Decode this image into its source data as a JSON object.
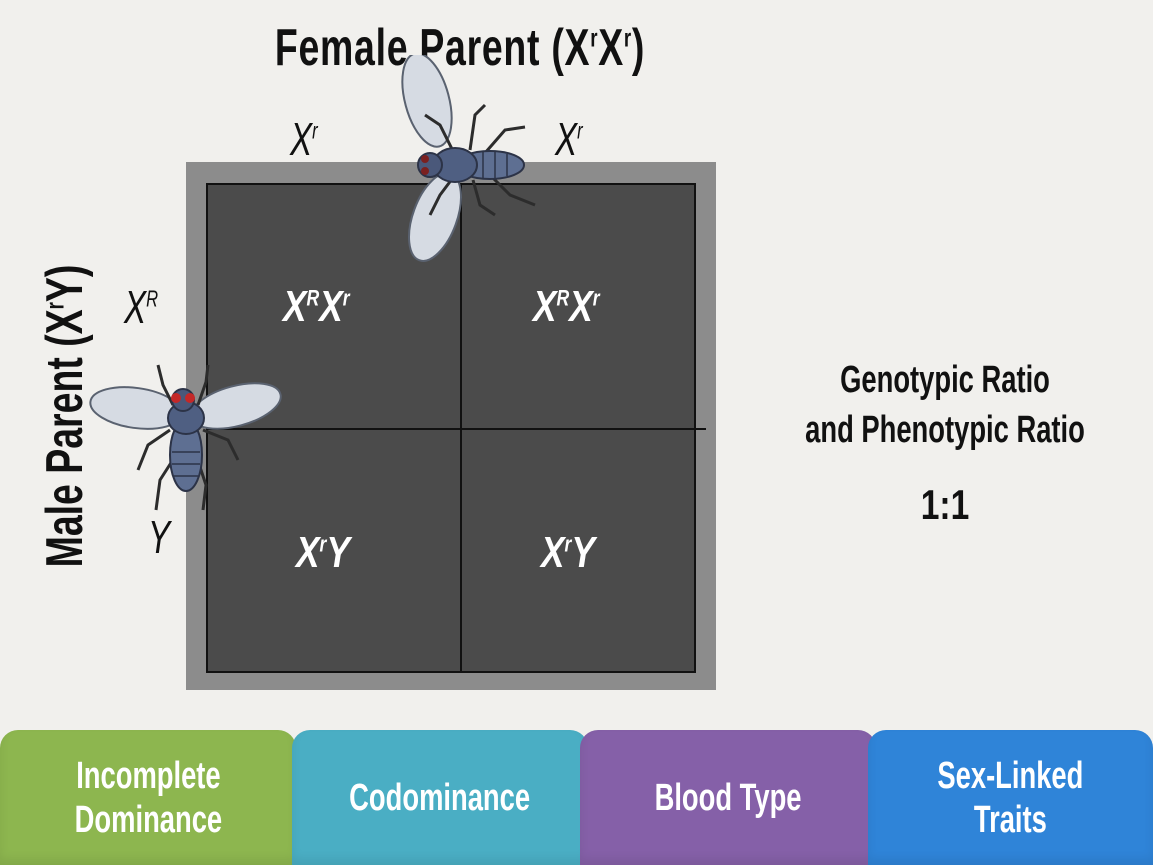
{
  "top_title": {
    "text": "Female Parent (X",
    "sup1": "r",
    "mid": "X",
    "sup2": "r",
    "close": ")"
  },
  "side_title": {
    "text": "Male Parent (X",
    "sup": "r",
    "tail": "Y)"
  },
  "female_alleles": [
    {
      "base": "X",
      "sup": "r"
    },
    {
      "base": "X",
      "sup": "r"
    }
  ],
  "male_alleles": [
    {
      "base": "X",
      "sup": "R"
    },
    {
      "base": "Y",
      "sup": ""
    }
  ],
  "cells": [
    {
      "a": "X",
      "a_sup": "R",
      "b": "X",
      "b_sup": "r"
    },
    {
      "a": "X",
      "a_sup": "R",
      "b": "X",
      "b_sup": "r"
    },
    {
      "a": "X",
      "a_sup": "r",
      "b": "Y",
      "b_sup": ""
    },
    {
      "a": "X",
      "a_sup": "r",
      "b": "Y",
      "b_sup": ""
    }
  ],
  "ratio": {
    "line1": "Genotypic Ratio",
    "line2": "and Phenotypic Ratio",
    "value": "1:1"
  },
  "tabs": [
    {
      "label": "Incomplete\nDominance",
      "color": "#8db64f"
    },
    {
      "label": "Codominance",
      "color": "#4aaec4"
    },
    {
      "label": "Blood Type",
      "color": "#8560a8"
    },
    {
      "label": "Sex-Linked\nTraits",
      "color": "#2f84d8"
    }
  ],
  "colors": {
    "grid": "#4b4b4b",
    "frame": "#8c8c8c",
    "background": "#f1f0ed"
  },
  "icons": [
    "fruit-fly-icon",
    "fruit-fly-icon"
  ]
}
